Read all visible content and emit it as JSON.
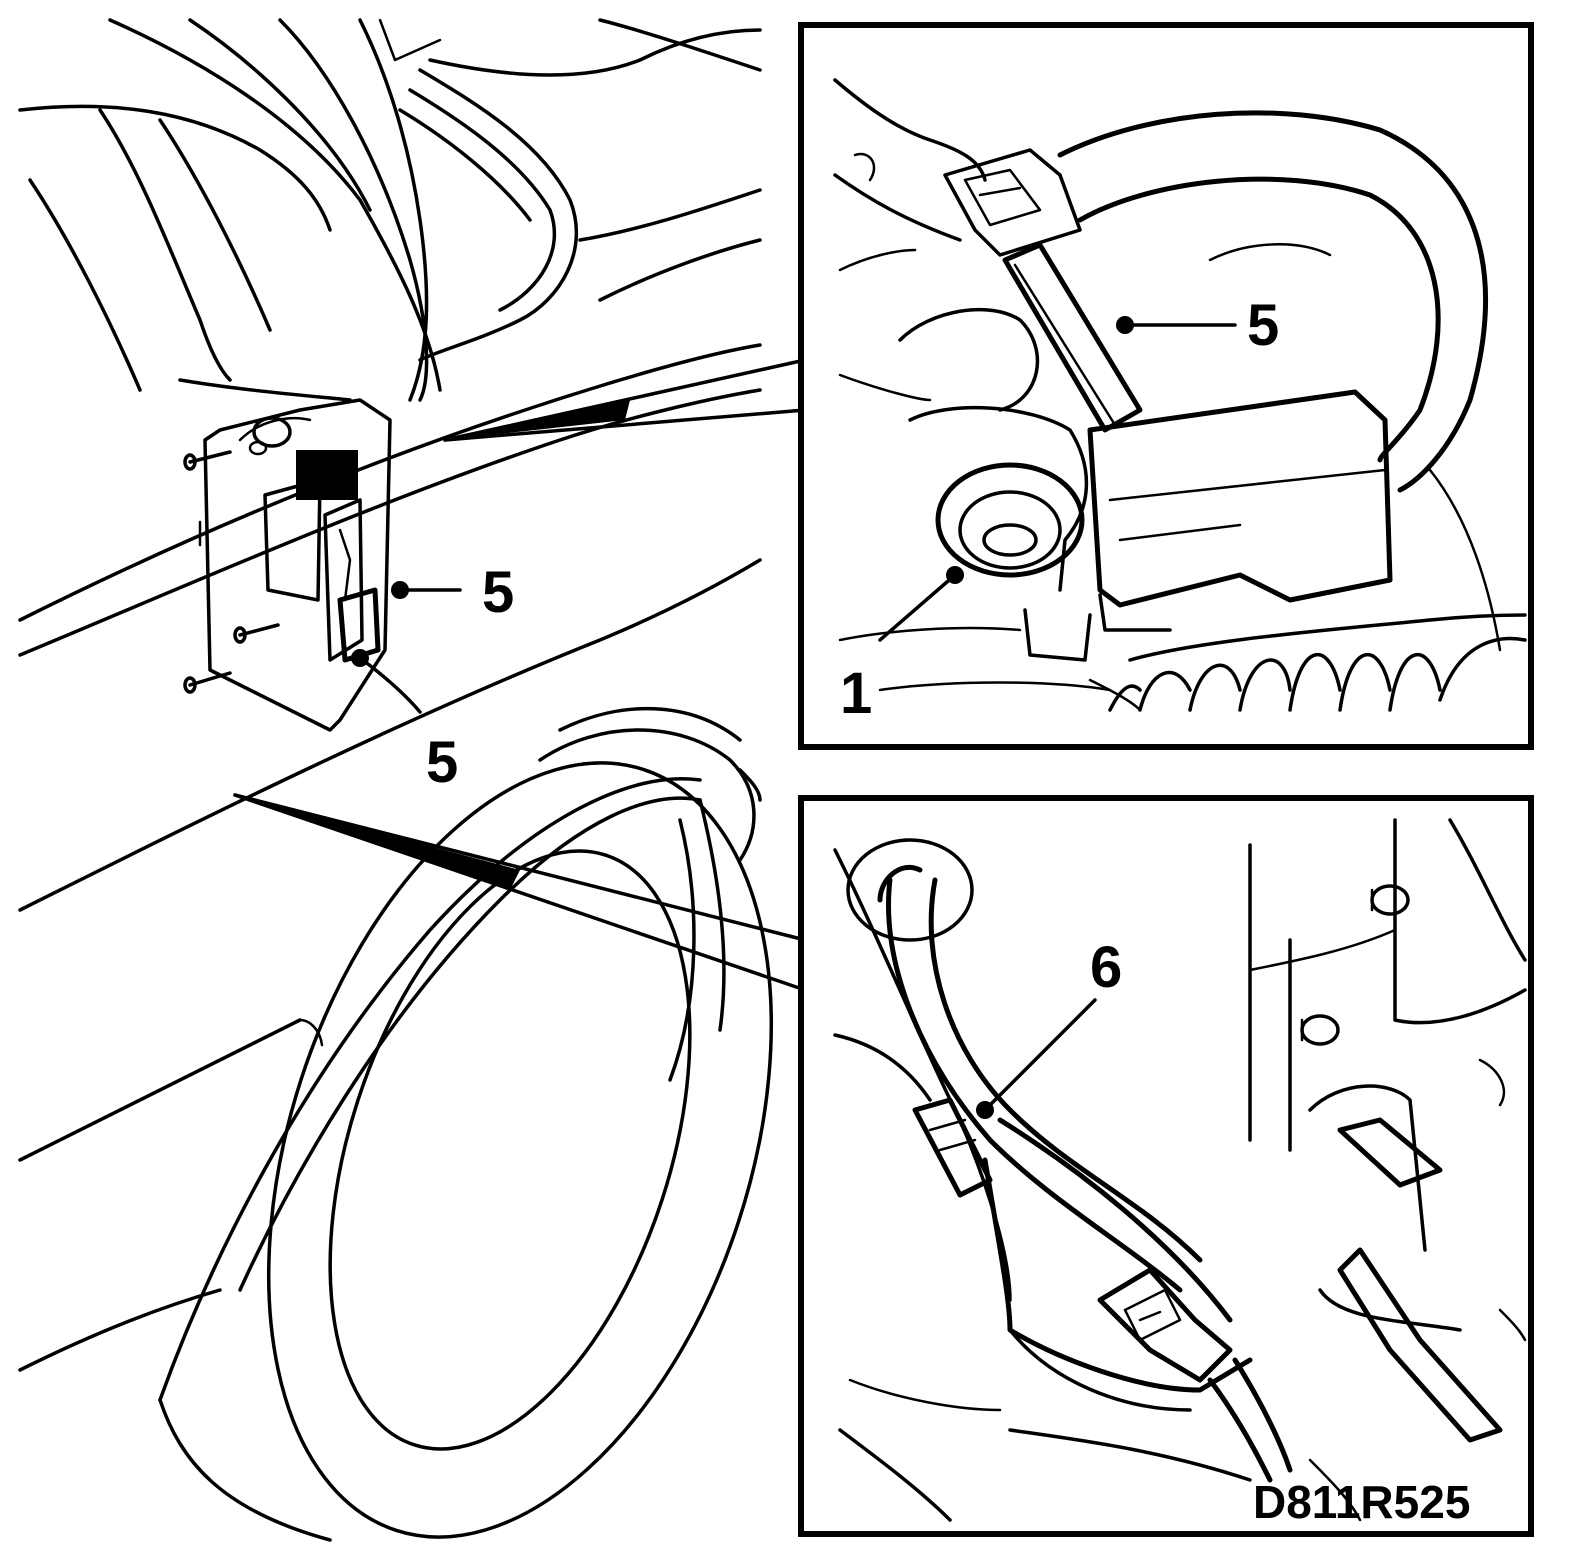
{
  "labels": {
    "callout_5_main_upper": "5",
    "callout_5_main_lower": "5",
    "callout_5_inset_top": "5",
    "callout_1_inset_top": "1",
    "callout_6_inset_bottom": "6"
  },
  "figure_code": "D811R525"
}
